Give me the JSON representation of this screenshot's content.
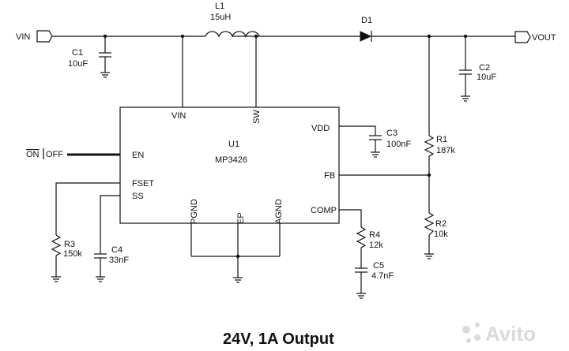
{
  "ports": {
    "vin": "VIN",
    "vout": "VOUT"
  },
  "inductor": {
    "ref": "L1",
    "value": "15uH"
  },
  "diode": {
    "ref": "D1"
  },
  "caps": {
    "c1": {
      "ref": "C1",
      "value": "10uF"
    },
    "c2": {
      "ref": "C2",
      "value": "10uF"
    },
    "c3": {
      "ref": "C3",
      "value": "100nF"
    },
    "c4": {
      "ref": "C4",
      "value": "33nF"
    },
    "c5": {
      "ref": "C5",
      "value": "4.7nF"
    }
  },
  "resistors": {
    "r1": {
      "ref": "R1",
      "value": "187k"
    },
    "r2": {
      "ref": "R2",
      "value": "10k"
    },
    "r3": {
      "ref": "R3",
      "value": "150k"
    },
    "r4": {
      "ref": "R4",
      "value": "12k"
    }
  },
  "ic": {
    "ref": "U1",
    "part": "MP3426",
    "pins": {
      "vin": "VIN",
      "sw": "SW",
      "vdd": "VDD",
      "en": "EN",
      "fset": "FSET",
      "ss": "SS",
      "fb": "FB",
      "comp": "COMP",
      "pgnd": "PGND",
      "ep": "EP",
      "agnd": "AGND"
    }
  },
  "on_off": {
    "on": "ON",
    "off": "OFF"
  },
  "caption": "24V, 1A Output",
  "watermark": "Avito"
}
